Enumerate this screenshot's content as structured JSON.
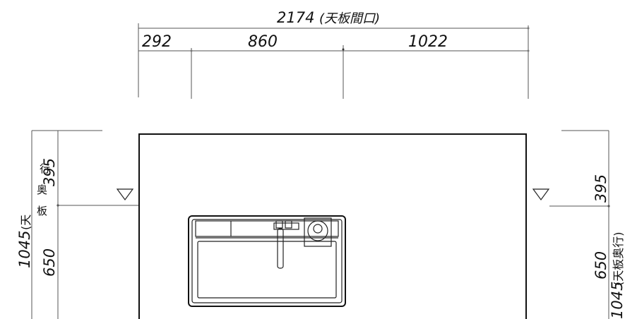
{
  "dimensions": {
    "top_total": "2174",
    "top_total_note": "(天板間口)",
    "top_seg_left": "292",
    "top_seg_mid": "860",
    "top_seg_right": "1022",
    "left_upper": "395",
    "left_lower": "650",
    "left_total": "1045",
    "left_total_note": "(天板奥行)",
    "left_total_note_partial": "(天",
    "left_total_note_vertical_chars": [
      "天",
      "板",
      "奥",
      "行"
    ],
    "right_upper": "395",
    "right_lower": "650",
    "right_total": "1045",
    "right_total_note": "(天板奥行)"
  },
  "icons": {
    "level_marker": "triangle-down-icon"
  }
}
